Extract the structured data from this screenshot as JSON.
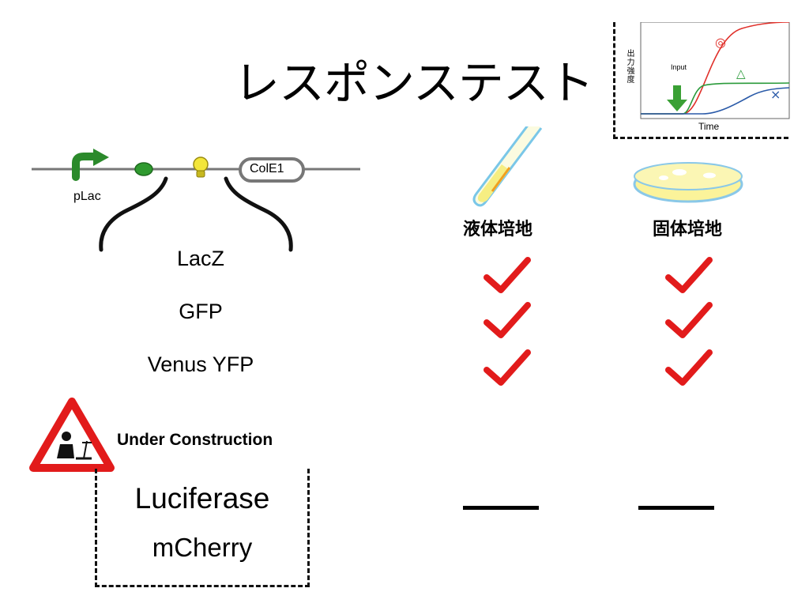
{
  "title": "レスポンステスト",
  "inset_graph": {
    "ylabel": "出力強度",
    "xlabel": "Time",
    "input_label": "Input",
    "markers": [
      "◎",
      "△",
      "×"
    ],
    "colors": {
      "excellent": "#e0302a",
      "good": "#2a9a3a",
      "poor": "#2a5aa8",
      "arrow": "#3aa035"
    }
  },
  "construct": {
    "promoter_label": "pLac",
    "origin_label": "ColE1"
  },
  "columns": [
    {
      "label": "液体培地",
      "icon": "test-tube-icon"
    },
    {
      "label": "固体培地",
      "icon": "petri-dish-icon"
    }
  ],
  "genes": [
    {
      "name": "LacZ",
      "liquid": "check",
      "solid": "check"
    },
    {
      "name": "GFP",
      "liquid": "check",
      "solid": "check"
    },
    {
      "name": "Venus YFP",
      "liquid": "check",
      "solid": "check"
    }
  ],
  "under_construction": {
    "label": "Under Construction",
    "genes": [
      "Luciferase",
      "mCherry"
    ],
    "result": "dash"
  },
  "colors": {
    "check": "#e21b1b",
    "warning": "#e21b1b"
  }
}
